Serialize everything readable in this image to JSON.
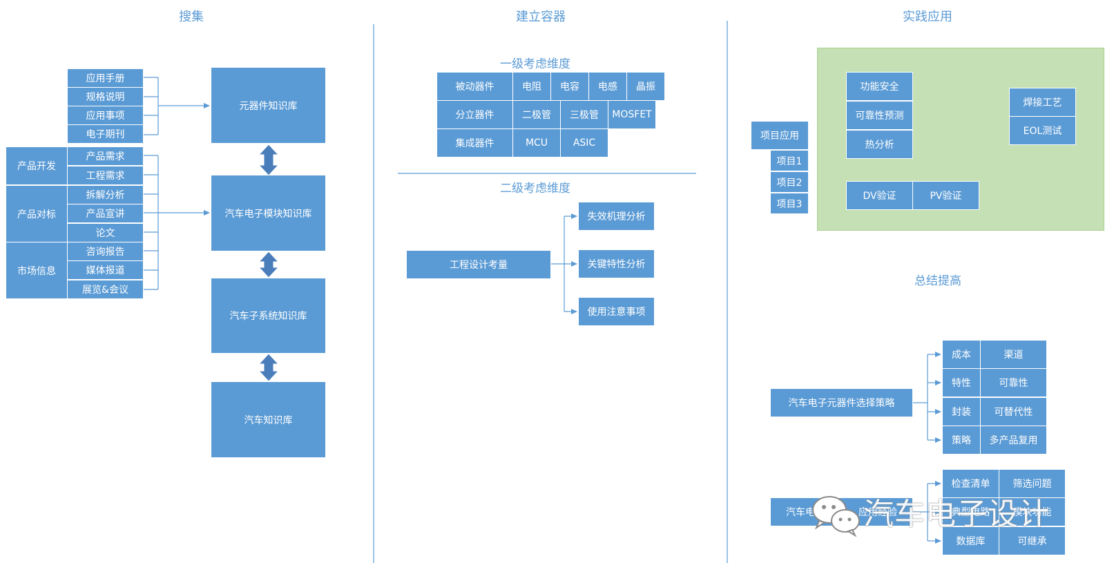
{
  "headers": {
    "collect": "搜集",
    "build": "建立容器",
    "practice": "实践应用"
  },
  "collect": {
    "sources_a": [
      "应用手册",
      "规格说明",
      "应用事项",
      "电子期刊"
    ],
    "groups": [
      {
        "label": "产品开发",
        "items": [
          "产品需求",
          "工程需求"
        ]
      },
      {
        "label": "产品对标",
        "items": [
          "拆解分析",
          "产品宣讲",
          "论文"
        ]
      },
      {
        "label": "市场信息",
        "items": [
          "咨询报告",
          "媒体报道",
          "展览&会议"
        ]
      }
    ],
    "libraries": [
      "元器件知识库",
      "汽车电子模块知识库",
      "汽车子系统知识库",
      "汽车知识库"
    ]
  },
  "build": {
    "level1_title": "一级考虑维度",
    "level1_rows": [
      {
        "category": "被动器件",
        "items": [
          "电阻",
          "电容",
          "电感",
          "晶振"
        ]
      },
      {
        "category": "分立器件",
        "items": [
          "二极管",
          "三极管",
          "MOSFET"
        ]
      },
      {
        "category": "集成器件",
        "items": [
          "MCU",
          "ASIC"
        ]
      }
    ],
    "level2_title": "二级考虑维度",
    "level2_root": "工程设计考量",
    "level2_items": [
      "失效机理分析",
      "关键特性分析",
      "使用注意事项"
    ]
  },
  "practice": {
    "project_app": "项目应用",
    "projects": [
      "项目1",
      "项目2",
      "项目3"
    ],
    "green_left": [
      "功能安全",
      "可靠性预测",
      "热分析"
    ],
    "green_right": [
      "焊接工艺",
      "EOL测试"
    ],
    "green_bottom": [
      "DV验证",
      "PV验证"
    ],
    "summary_title": "总结提高",
    "strategy_root": "汽车电子元器件选择策略",
    "strategy_grid": [
      [
        "成本",
        "渠道"
      ],
      [
        "特性",
        "可靠性"
      ],
      [
        "封装",
        "可替代性"
      ],
      [
        "策略",
        "多产品复用"
      ]
    ],
    "experience_root_left": "汽车电",
    "experience_root_right": "应用经验",
    "experience_grid": [
      [
        "检查清单",
        "筛选问题"
      ],
      [
        "典型电路",
        "模块功能"
      ],
      [
        "数据库",
        "可继承"
      ]
    ]
  },
  "watermark": {
    "text": "汽车电子设计",
    "icon": "wechat-icon"
  },
  "colors": {
    "box": "#5b9bd5",
    "line": "#5b9bd5",
    "green": "#c5e0b4",
    "arrow": "#4a7ebb"
  }
}
